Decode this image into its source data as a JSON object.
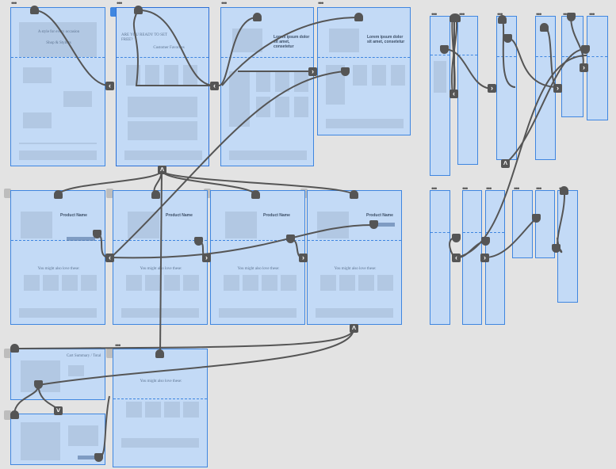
{
  "texts": {
    "f1_title": "A style for every occasion",
    "f1_sub": "Shop & Stylists",
    "f2_title": "ARE YOU READY TO SET FREE?",
    "f2_sub": "Customer Favorites",
    "f3_title": "Lorem ipsum dolor sit amet, consetetur",
    "f4_title": "Lorem ipsum dolor sit amet, consetetur",
    "product_name": "Product Name",
    "you_might_also_love": "You might also love these:",
    "cart_total": "Cart Summary / Total"
  },
  "icons": {
    "chevron_left": "‹",
    "chevron_right": "›",
    "chevron_up": "˄",
    "chevron_down": "˅",
    "more_dots": "•••"
  },
  "colors": {
    "canvas_bg": "#e3e3e3",
    "frame_fill": "#c3daf6",
    "frame_border": "#3f86e0",
    "connector": "#555555"
  }
}
